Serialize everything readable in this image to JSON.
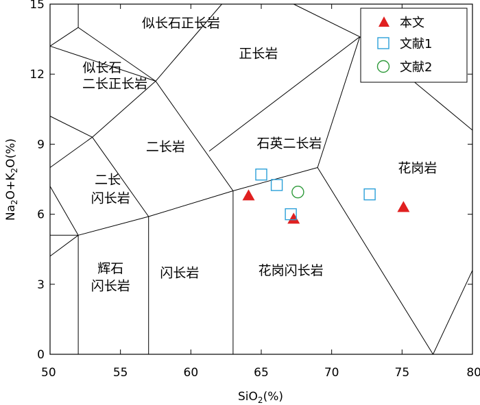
{
  "chart_data": {
    "type": "scatter",
    "xlabel": "SiO",
    "xlabel_sub": "2",
    "xlabel_unit": "(%)",
    "ylabel": "Na",
    "ylabel_sub1": "2",
    "ylabel_mid": "O+K",
    "ylabel_sub2": "2",
    "ylabel_end": "O(%)",
    "xlim": [
      50,
      80
    ],
    "ylim": [
      0,
      15
    ],
    "xticks": [
      "50",
      "55",
      "60",
      "65",
      "70",
      "75",
      "80"
    ],
    "yticks": [
      "0",
      "3",
      "6",
      "9",
      "12",
      "15"
    ],
    "grid": false,
    "legend_position": "top-right",
    "legend": [
      "本文",
      "文献1",
      "文献2"
    ],
    "field_labels": [
      {
        "text": "似长石正长岩",
        "x": 59.3,
        "y": 14.0
      },
      {
        "text": "正长岩",
        "x": 64.8,
        "y": 12.7
      },
      {
        "text": "似长石",
        "x": 53.7,
        "y": 12.1
      },
      {
        "text": "二长正长岩",
        "x": 54.6,
        "y": 11.4
      },
      {
        "text": "二长岩",
        "x": 58.2,
        "y": 8.7
      },
      {
        "text": "石英二长岩",
        "x": 67.0,
        "y": 8.85
      },
      {
        "text": "花岗岩",
        "x": 76.1,
        "y": 7.8
      },
      {
        "text": "二长",
        "x": 54.1,
        "y": 7.3
      },
      {
        "text": "闪长岩",
        "x": 54.3,
        "y": 6.5
      },
      {
        "text": "辉石",
        "x": 54.3,
        "y": 3.5
      },
      {
        "text": "闪长岩",
        "x": 54.3,
        "y": 2.75
      },
      {
        "text": "闪长岩",
        "x": 59.2,
        "y": 3.3
      },
      {
        "text": "花岗闪长岩",
        "x": 67.1,
        "y": 3.4
      }
    ],
    "series": [
      {
        "name": "本文",
        "marker": "triangle",
        "color": "#e02020",
        "points": [
          [
            64.1,
            6.8
          ],
          [
            67.3,
            5.8
          ],
          [
            75.1,
            6.3
          ]
        ]
      },
      {
        "name": "文献1",
        "marker": "square",
        "color": "#2a9fd8",
        "points": [
          [
            65.0,
            7.7
          ],
          [
            66.1,
            7.25
          ],
          [
            67.1,
            6.0
          ],
          [
            72.7,
            6.85
          ]
        ]
      },
      {
        "name": "文献2",
        "marker": "circle",
        "color": "#2e9a3a",
        "points": [
          [
            67.6,
            6.95
          ]
        ]
      }
    ]
  }
}
